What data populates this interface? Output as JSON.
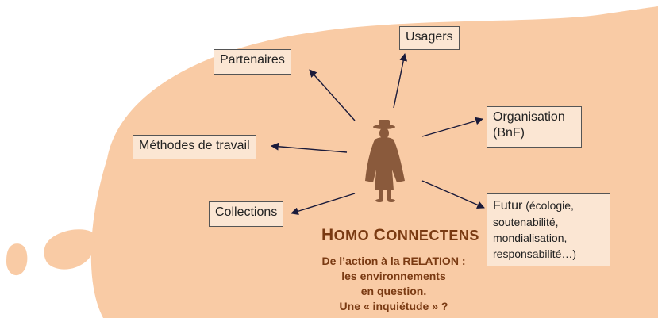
{
  "center": {
    "title_initial": "H",
    "title_rest_1": "OMO ",
    "title_initial_2": "C",
    "title_rest_2": "ONNECTENS",
    "subtitle_lines": [
      "De l’action à la RELATION :",
      "les environnements",
      "en question.",
      "Une « inquiétude » ?"
    ]
  },
  "nodes": {
    "usagers": "Usagers",
    "partenaires": "Partenaires",
    "organisation_line1": "Organisation",
    "organisation_line2": "(BnF)",
    "methodes": "Méthodes de travail",
    "collections": "Collections",
    "futur_label": "Futur",
    "futur_detail_1": " (écologie,",
    "futur_detail_2": "soutenabilité,",
    "futur_detail_3": "mondialisation,",
    "futur_detail_4": "responsabilité…)"
  },
  "colors": {
    "cloud": "#f9cba5",
    "text_accent": "#7a3a12",
    "figure": "#8a5a3c",
    "arrow": "#1a1a3a"
  }
}
